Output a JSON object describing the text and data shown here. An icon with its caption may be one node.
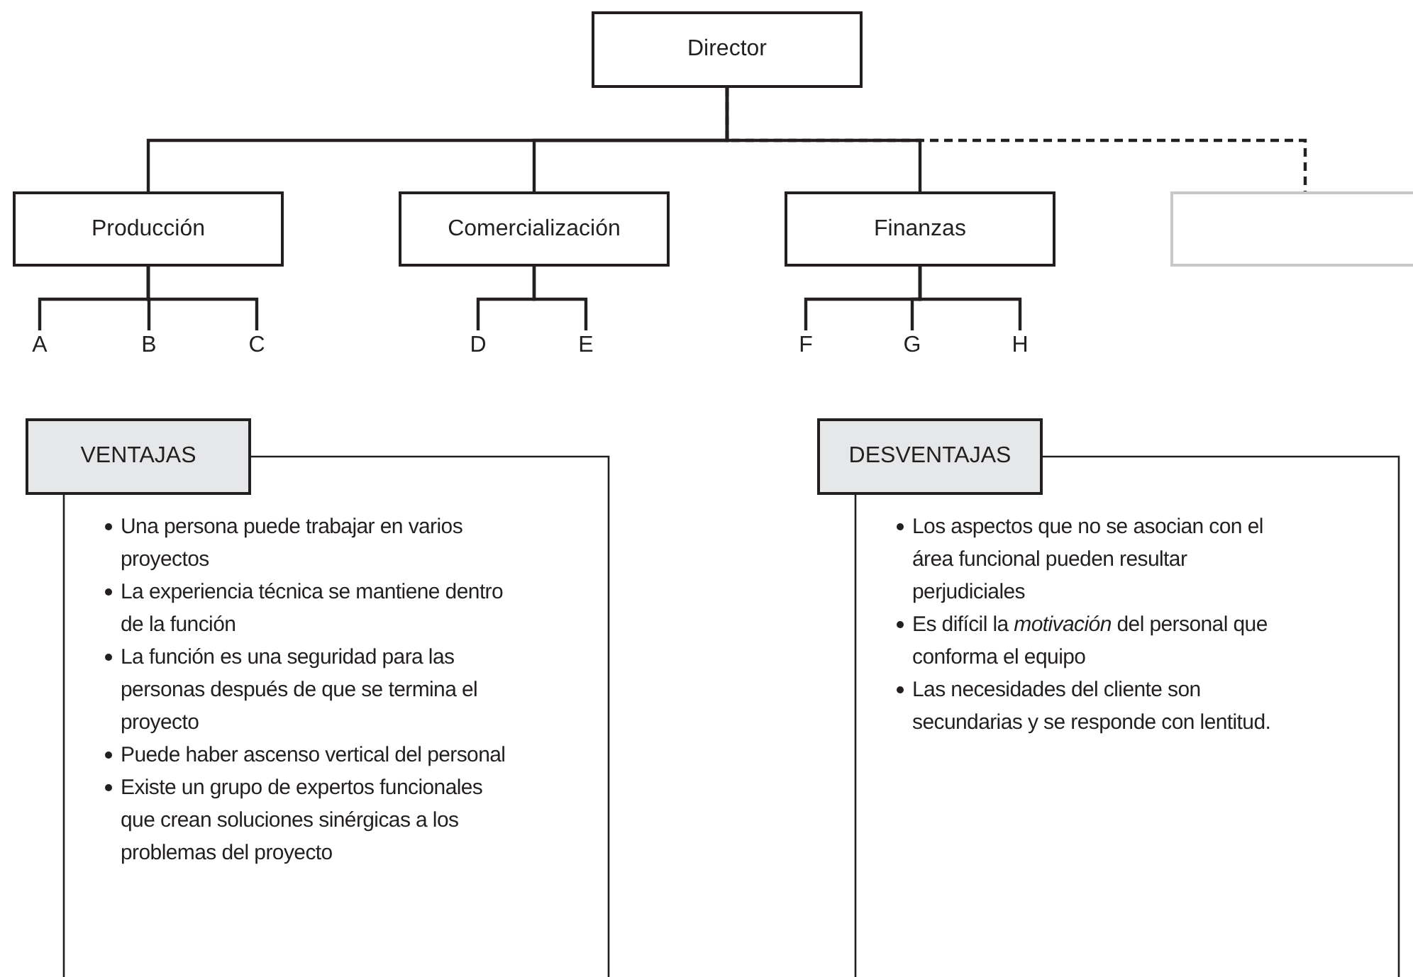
{
  "diagram": {
    "nodes": [
      {
        "text": [
          "Director"
        ]
      },
      {
        "text": [
          "Producción"
        ]
      },
      {
        "text": [
          "Comercialización"
        ]
      },
      {
        "text": [
          "Finanzas"
        ]
      },
      {
        "text": [],
        "shape": "box"
      },
      {
        "text": [
          "A"
        ]
      },
      {
        "text": [
          "B"
        ]
      },
      {
        "text": [
          "C"
        ]
      },
      {
        "text": [
          "D"
        ]
      },
      {
        "text": [
          "E"
        ]
      },
      {
        "text": [
          "F"
        ]
      },
      {
        "text": [
          "G"
        ]
      },
      {
        "text": [
          "H"
        ]
      },
      {
        "text": [
          "VENTAJAS",
          "Una persona puede trabajar en varios proyectos",
          "La experiencia técnica se mantiene dentro de la función",
          "La función es una seguridad para las personas después de que se termina el proyecto",
          "Puede haber ascenso vertical del personal",
          "Existe un grupo de expertos funcionales que crean soluciones sinérgicas a los problemas del proyecto"
        ]
      },
      {
        "text": [
          "DESVENTAJAS",
          "Los aspectos que no se asocian con el área funcional pueden resultar perjudiciales",
          "Es difícil la *motivación* del personal que conforma el equipo",
          "Las necesidades del cliente son secundarias y se responde con lentitud."
        ]
      }
    ],
    "edges": [
      {
        "from": 0,
        "to": 1,
        "arrow": "none"
      },
      {
        "from": 0,
        "to": 2,
        "arrow": "none"
      },
      {
        "from": 0,
        "to": 3,
        "arrow": "none"
      },
      {
        "from": 0,
        "to": 4,
        "arrow": "none",
        "style": "dashed"
      },
      {
        "from": 1,
        "to": 5,
        "arrow": "none"
      },
      {
        "from": 1,
        "to": 6,
        "arrow": "none"
      },
      {
        "from": 1,
        "to": 7,
        "arrow": "none"
      },
      {
        "from": 2,
        "to": 8,
        "arrow": "none"
      },
      {
        "from": 2,
        "to": 9,
        "arrow": "none"
      },
      {
        "from": 3,
        "to": 10,
        "arrow": "none"
      },
      {
        "from": 3,
        "to": 11,
        "arrow": "none"
      },
      {
        "from": 3,
        "to": 12,
        "arrow": "none"
      }
    ]
  }
}
